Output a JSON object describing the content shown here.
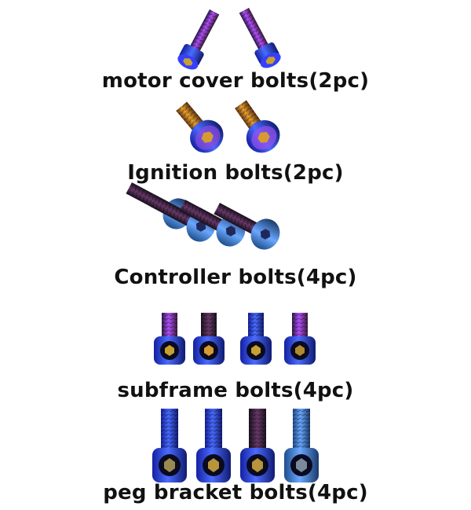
{
  "groups": [
    {
      "label": "motor cover bolts(2pc)",
      "count": 2,
      "style": "socket-cap",
      "colors": [
        "#3b3cff",
        "#b14bff",
        "#6a1f3d"
      ]
    },
    {
      "label": "Ignition bolts(2pc)",
      "count": 2,
      "style": "button-head",
      "colors": [
        "#2d4bd8",
        "#c8821e",
        "#7a4b1a"
      ]
    },
    {
      "label": "Controller bolts(4pc)",
      "count": 4,
      "style": "button-head",
      "colors": [
        "#2f7fc9",
        "#4a3f7a",
        "#3a1f2a"
      ]
    },
    {
      "label": "subframe bolts(4pc)",
      "count": 4,
      "style": "socket-cap",
      "colors": [
        "#1a3cff",
        "#7a2fa8",
        "#2b2b55"
      ]
    },
    {
      "label": "peg bracket bolts(4pc)",
      "count": 4,
      "style": "socket-cap",
      "colors": [
        "#2a55d0",
        "#3c3ca0",
        "#1f2a60"
      ]
    }
  ]
}
